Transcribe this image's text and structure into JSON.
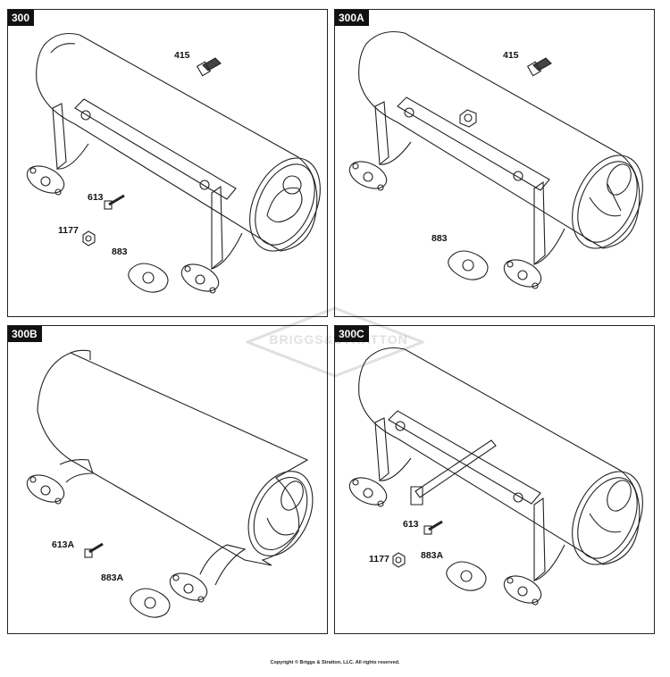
{
  "panels": [
    {
      "tag": "300",
      "labels": {
        "bolt": "415",
        "screw": "613",
        "nut": "1177",
        "gasket": "883"
      }
    },
    {
      "tag": "300A",
      "labels": {
        "bolt": "415",
        "gasket": "883"
      }
    },
    {
      "tag": "300B",
      "labels": {
        "screw": "613A",
        "gasket": "883A"
      }
    },
    {
      "tag": "300C",
      "labels": {
        "screw": "613",
        "nut": "1177",
        "gasket": "883A"
      }
    }
  ],
  "watermark": "BRIGGS&STRATTON",
  "copyright": "Copyright © Briggs & Stratton, LLC. All rights reserved.",
  "colors": {
    "line": "#222222",
    "label_bg": "#111111",
    "label_text": "#ffffff"
  }
}
